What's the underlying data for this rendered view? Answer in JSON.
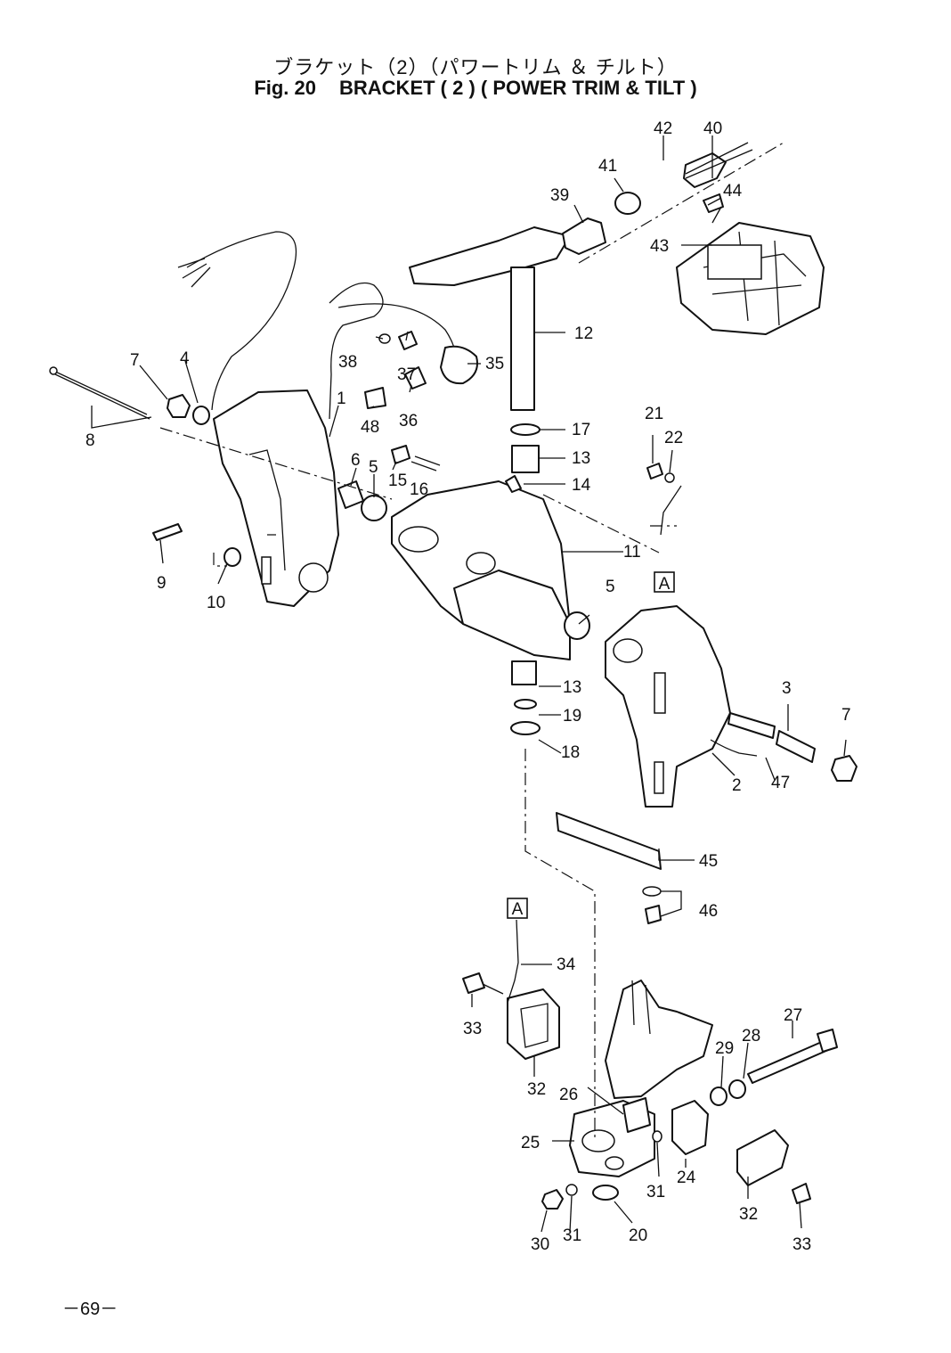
{
  "header": {
    "title_jp": "ブラケット（2）（パワートリム ＆ チルト）",
    "fig_label": "Fig. 20",
    "title_en": "BRACKET ( 2 ) ( POWER TRIM & TILT )"
  },
  "ref_markers": [
    "A",
    "A"
  ],
  "part_numbers": [
    "1",
    "2",
    "3",
    "4",
    "5",
    "5",
    "6",
    "7",
    "7",
    "8",
    "9",
    "10",
    "11",
    "12",
    "13",
    "13",
    "14",
    "15",
    "16",
    "17",
    "18",
    "19",
    "20",
    "21",
    "22",
    "24",
    "25",
    "26",
    "27",
    "28",
    "29",
    "30",
    "31",
    "31",
    "32",
    "32",
    "33",
    "33",
    "34",
    "35",
    "36",
    "37",
    "38",
    "39",
    "40",
    "41",
    "42",
    "43",
    "44",
    "45",
    "46",
    "47",
    "48"
  ],
  "footer": {
    "page_number": "－69－"
  }
}
